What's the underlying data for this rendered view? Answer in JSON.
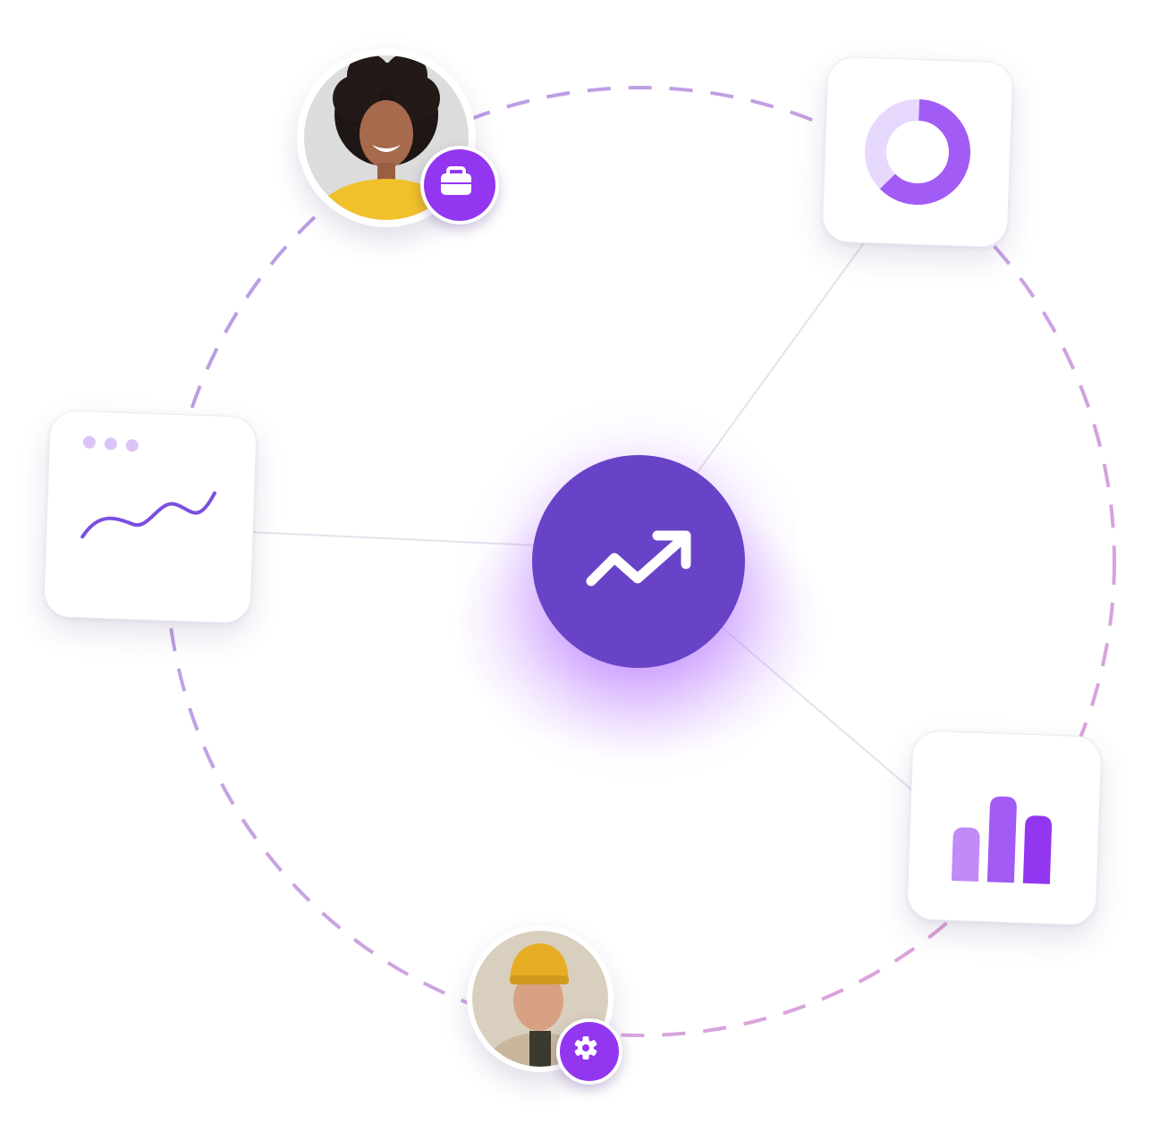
{
  "colors": {
    "hub": "#6843c7",
    "hub_glow": "#c58cff",
    "badge": "#9336f0",
    "accent_dark": "#9336f0",
    "accent_mid": "#a35bf5",
    "accent_light": "#e7d9fd",
    "line_stroke": "#7a4fe0",
    "dot_color": "#dcc3f7",
    "ring_purple": "#b49be6",
    "ring_pink": "#e4a3d8",
    "connector": "#e4e2ec"
  },
  "icons": {
    "hub": "trending-up-icon",
    "donut_card": "donut-chart-icon",
    "line_card": "line-chart-window-icon",
    "bar_card": "bar-chart-icon",
    "badge_woman": "briefcase-icon",
    "badge_man": "gear-icon"
  },
  "donut": {
    "filled_fraction": 0.62
  },
  "bar_chart": {
    "values": [
      0.6,
      0.96,
      0.76
    ]
  },
  "avatars": [
    {
      "id": "woman",
      "description_icon": "person-avatar",
      "badge": "briefcase-icon"
    },
    {
      "id": "man",
      "description_icon": "person-avatar",
      "badge": "gear-icon"
    }
  ]
}
